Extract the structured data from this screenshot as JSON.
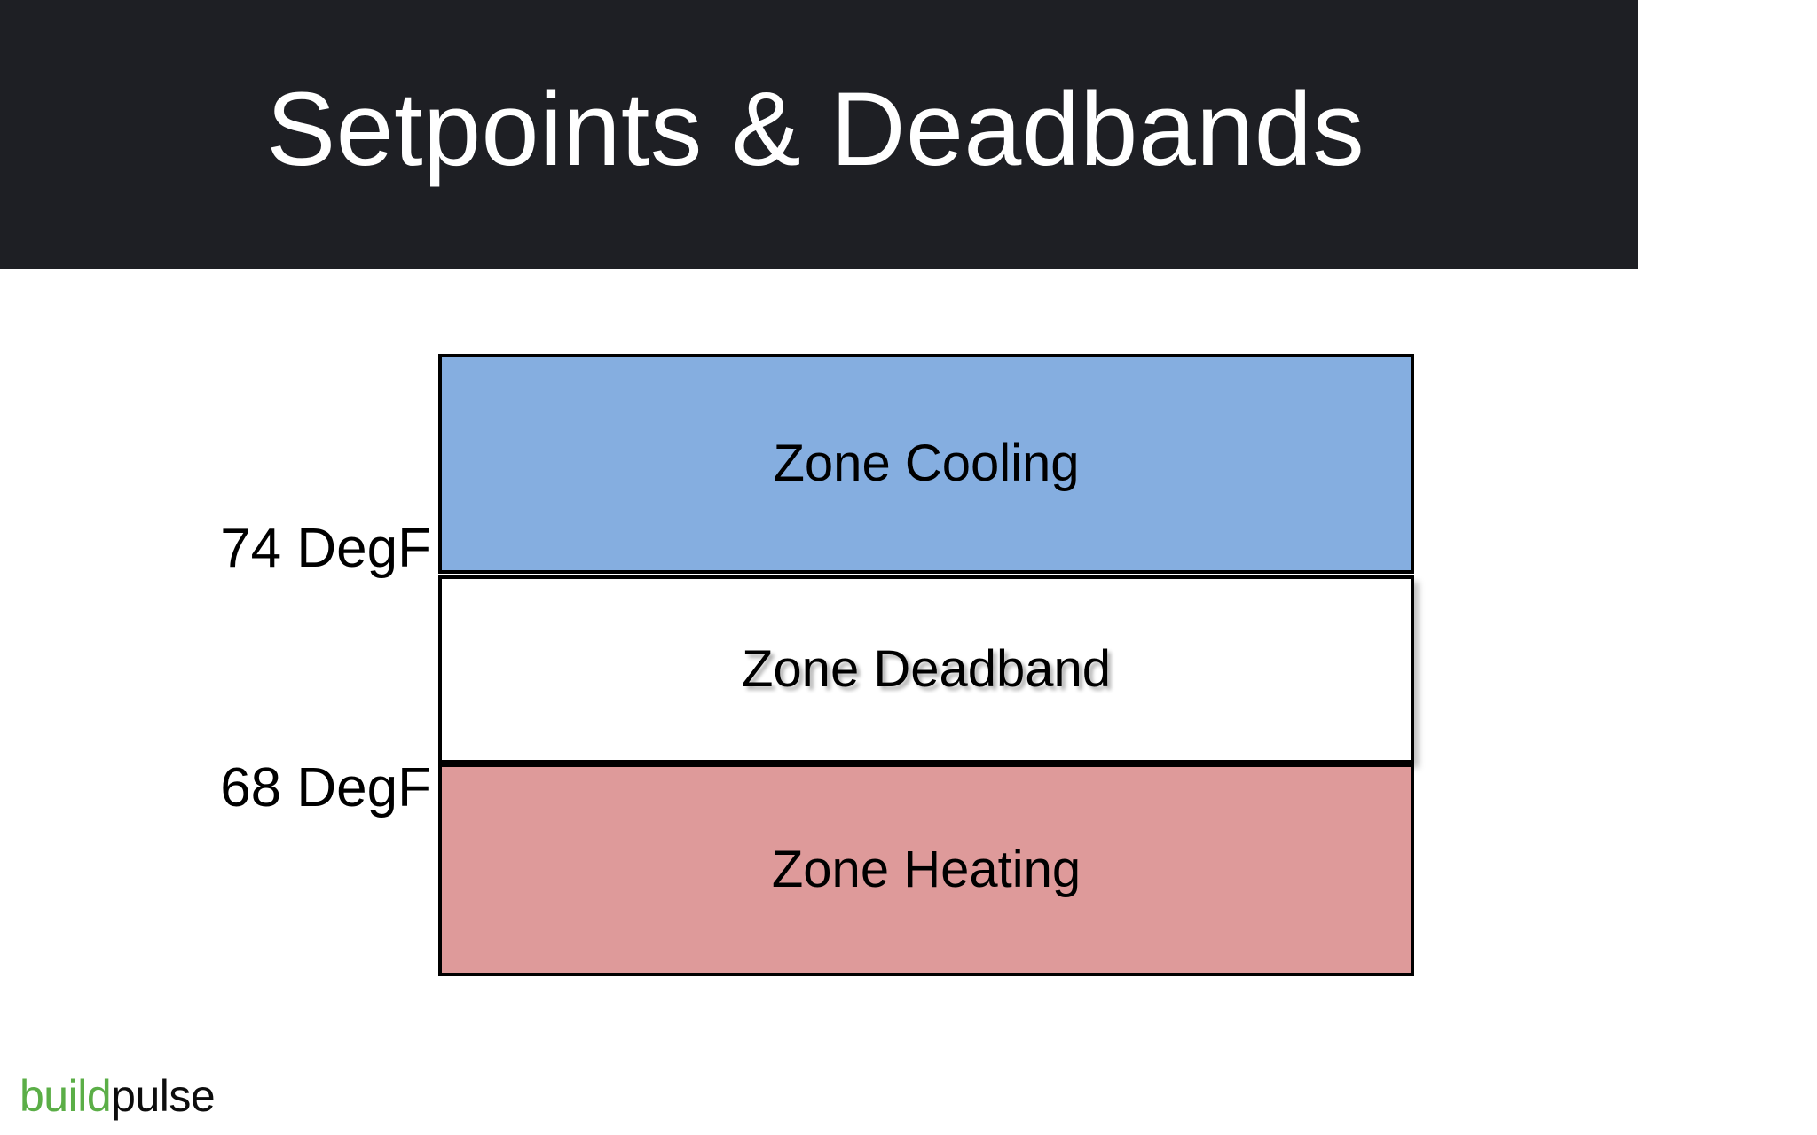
{
  "slide": {
    "title": "Setpoints & Deadbands",
    "title_bar_color": "#1e1f24",
    "title_text_color": "#ffffff",
    "background_color": "#ffffff"
  },
  "chart_data": {
    "type": "bar",
    "title": "Setpoints & Deadbands",
    "subtitle": "",
    "xlabel": "",
    "ylabel": "",
    "orientation": "stacked-vertical",
    "grid": false,
    "legend_position": "inside-bands",
    "axis_tick_labels": [
      "68 DegF",
      "74 DegF"
    ],
    "ylim": [
      62,
      80
    ],
    "categories": [
      "Zone Heating",
      "Zone Deadband",
      "Zone Cooling"
    ],
    "series": [
      {
        "name": "Zone Heating",
        "label": "Zone Heating",
        "range_low": 62,
        "range_high": 68,
        "color": "#de9a9a",
        "border_color": "#000000"
      },
      {
        "name": "Zone Deadband",
        "label": "Zone Deadband",
        "range_low": 68,
        "range_high": 74,
        "color": "#ffffff",
        "border_color": "#000000"
      },
      {
        "name": "Zone Cooling",
        "label": "Zone Cooling",
        "range_low": 74,
        "range_high": 80,
        "color": "#85aee0",
        "border_color": "#000000"
      }
    ],
    "annotations": [
      {
        "text": "74 DegF",
        "value": 74,
        "position": "left-of-boundary"
      },
      {
        "text": "68 DegF",
        "value": 68,
        "position": "left-of-boundary"
      }
    ]
  },
  "diagram": {
    "bands": [
      {
        "label": "Zone Cooling",
        "fill": "#85aee0"
      },
      {
        "label": "Zone Deadband",
        "fill": "#ffffff"
      },
      {
        "label": "Zone Heating",
        "fill": "#de9a9a"
      }
    ],
    "setpoints": [
      {
        "label": "74 DegF",
        "value": "74",
        "unit": "DegF"
      },
      {
        "label": "68 DegF",
        "value": "68",
        "unit": "DegF"
      }
    ]
  },
  "footer": {
    "brand_first": "build",
    "brand_second": "pulse",
    "brand_first_color": "#5bae47",
    "brand_second_color": "#0d0d0d"
  }
}
